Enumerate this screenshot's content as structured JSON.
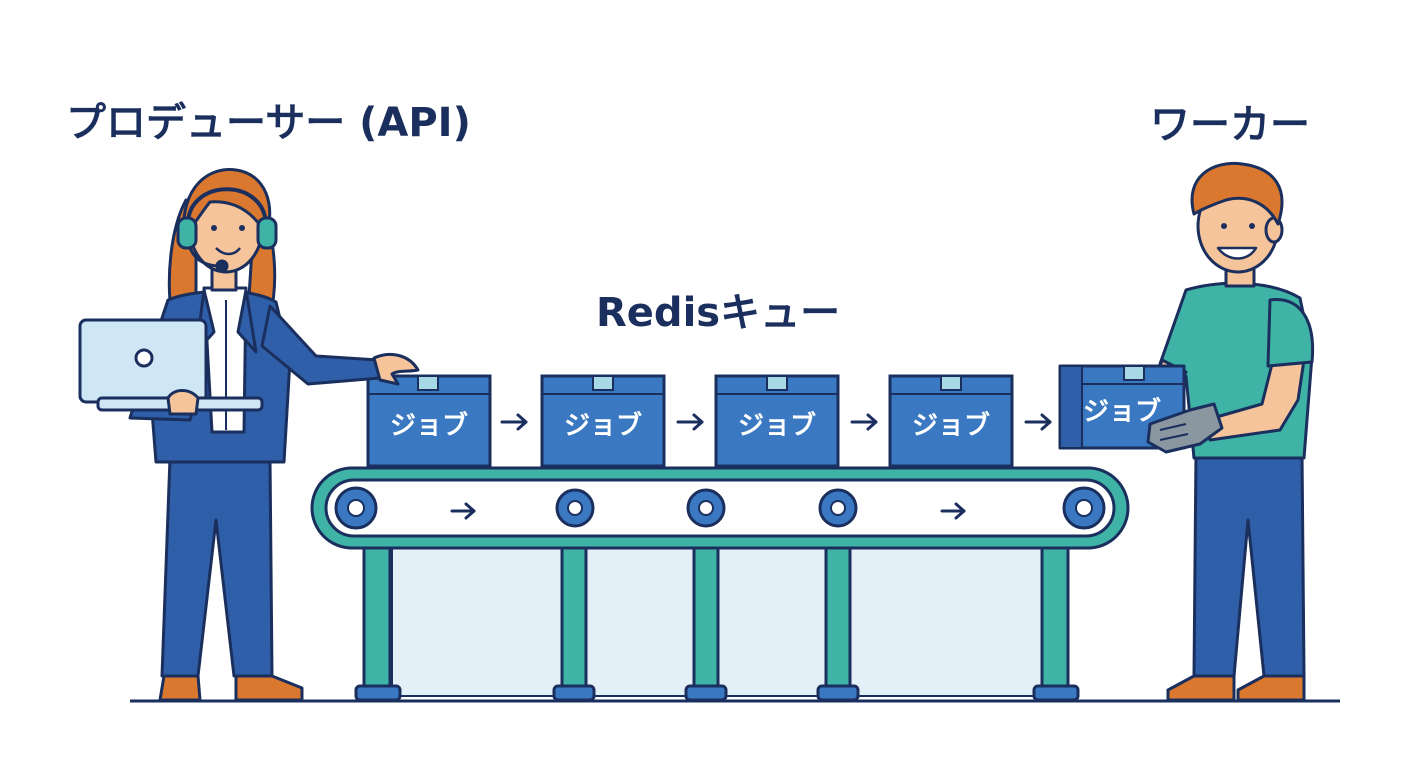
{
  "labels": {
    "producer": "プロデューサー (API)",
    "queue": "Redisキュー",
    "worker": "ワーカー"
  },
  "jobs": [
    {
      "label": "ジョブ"
    },
    {
      "label": "ジョブ"
    },
    {
      "label": "ジョブ"
    },
    {
      "label": "ジョブ"
    },
    {
      "label": "ジョブ"
    }
  ],
  "colors": {
    "outline": "#1b2f5e",
    "box_blue": "#3a78c2",
    "suit_blue": "#2e5fa8",
    "teal": "#3fb3a6",
    "belt_light": "#e3f0f8",
    "hair_orange": "#d9782e",
    "skin": "#f6c49a"
  },
  "icons": [
    "headset-icon",
    "laptop-icon",
    "glove-icon",
    "arrow-right-icon"
  ]
}
